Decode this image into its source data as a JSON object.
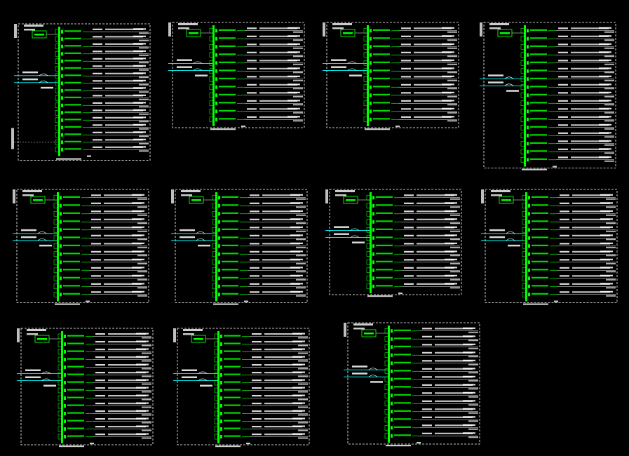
{
  "colors": {
    "background": "#000000",
    "frame": "#ffffff",
    "busbar": "#00ff00",
    "feed_line": "#00ffff",
    "text": "#ffffff",
    "label_green": "#00ff00"
  },
  "panels": [
    {
      "id": "p1",
      "row_count": 17,
      "tall_frame": true,
      "has_vertical_label": true
    },
    {
      "id": "p2",
      "row_count": 12,
      "tall_frame": false,
      "has_vertical_label": false
    },
    {
      "id": "p3",
      "row_count": 12,
      "tall_frame": false,
      "has_vertical_label": false
    },
    {
      "id": "p4",
      "row_count": 17,
      "tall_frame": false,
      "has_vertical_label": false
    },
    {
      "id": "p5",
      "row_count": 13,
      "tall_frame": false,
      "has_vertical_label": false
    },
    {
      "id": "p6",
      "row_count": 13,
      "tall_frame": false,
      "has_vertical_label": false
    },
    {
      "id": "p7",
      "row_count": 12,
      "tall_frame": false,
      "has_vertical_label": false
    },
    {
      "id": "p8",
      "row_count": 13,
      "tall_frame": false,
      "has_vertical_label": false
    },
    {
      "id": "p9",
      "row_count": 14,
      "tall_frame": false,
      "has_vertical_label": false
    },
    {
      "id": "p10",
      "row_count": 14,
      "tall_frame": false,
      "has_vertical_label": false
    },
    {
      "id": "p11",
      "row_count": 14,
      "tall_frame": false,
      "has_vertical_label": false
    }
  ]
}
